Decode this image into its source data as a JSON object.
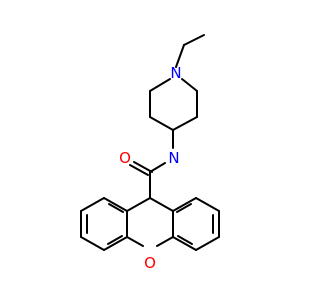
{
  "molecule": {
    "atoms": {
      "piperidine_n": {
        "symbol": "N",
        "color": "#0000ff"
      },
      "amide_n": {
        "symbol": "N",
        "color": "#0000ff"
      },
      "carbonyl_o": {
        "symbol": "O",
        "color": "#ff0000"
      },
      "ring_o": {
        "symbol": "O",
        "color": "#ff0000"
      }
    }
  }
}
